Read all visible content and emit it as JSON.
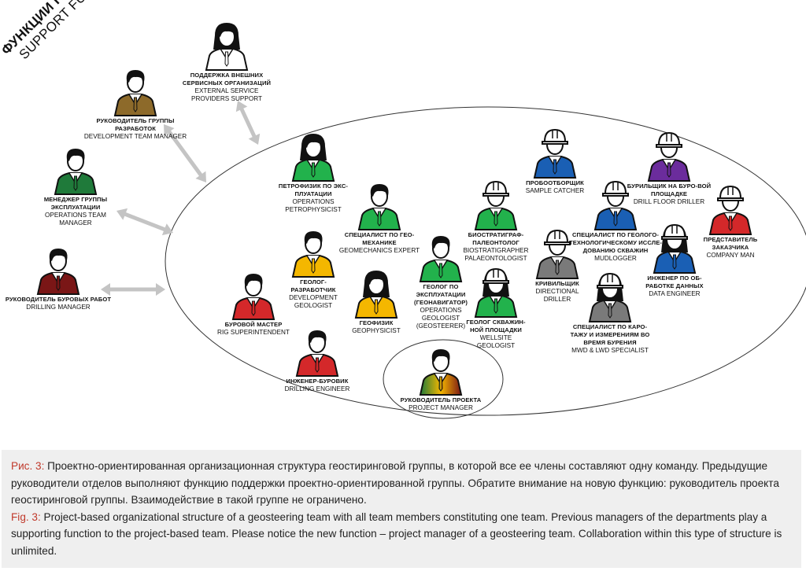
{
  "title": {
    "ru": "ФУНКЦИИ ПОДДЕРЖКИ",
    "en": "SUPPORT FUNCTIONS"
  },
  "support": [
    {
      "id": "external",
      "ru": "ПОДДЕРЖКА ВНЕШНИХ СЕРВИСНЫХ ОРГАНИЗАЦИЙ",
      "en": "EXTERNAL SERVICE PROVIDERS SUPPORT",
      "color": "#ffffff",
      "gender": "f",
      "helmet": false
    },
    {
      "id": "dev-manager",
      "ru": "РУКОВОДИТЕЛЬ ГРУППЫ РАЗРАБОТОК",
      "en": "DEVELOPMENT TEAM MANAGER",
      "color": "#8d6a2a",
      "gender": "m",
      "helmet": false
    },
    {
      "id": "ops-manager",
      "ru": "МЕНЕДЖЕР ГРУППЫ ЭКСПЛУАТАЦИИ",
      "en": "OPERATIONS TEAM MANAGER",
      "color": "#1f7a3a",
      "gender": "m",
      "helmet": false
    },
    {
      "id": "drilling-manager",
      "ru": "РУКОВОДИТЕЛЬ БУРОВЫХ РАБОТ",
      "en": "DRILLING MANAGER",
      "color": "#7a1616",
      "gender": "m",
      "helmet": false
    }
  ],
  "team": [
    {
      "id": "petrophysicist",
      "ru": "ПЕТРОФИЗИК ПО ЭКС-ПЛУАТАЦИИ",
      "en": "OPERATIONS PETROPHYSICIST",
      "color": "#22b24c",
      "gender": "f",
      "helmet": false
    },
    {
      "id": "geomechanics",
      "ru": "СПЕЦИАЛИСТ ПО ГЕО-МЕХАНИКЕ",
      "en": "GEOMECHANICS EXPERT",
      "color": "#22b24c",
      "gender": "m",
      "helmet": false
    },
    {
      "id": "dev-geologist",
      "ru": "ГЕОЛОГ-РАЗРАБОТЧИК",
      "en": "DEVELOPMENT GEOLOGIST",
      "color": "#f4b700",
      "gender": "m",
      "helmet": false
    },
    {
      "id": "rig-superintendent",
      "ru": "БУРОВОЙ МАСТЕР",
      "en": "RIG SUPERINTENDENT",
      "color": "#d4282a",
      "gender": "m",
      "helmet": false
    },
    {
      "id": "geophysicist",
      "ru": "ГЕОФИЗИК",
      "en": "GEOPHYSICIST",
      "color": "#f4b700",
      "gender": "f",
      "helmet": false
    },
    {
      "id": "ops-geologist",
      "ru": "ГЕОЛОГ ПО ЭКСПЛУАТАЦИИ (ГЕОНАВИГАТОР)",
      "en": "OPERATIONS GEOLOGIST (GEOSTEERER)",
      "color": "#22b24c",
      "gender": "m",
      "helmet": false
    },
    {
      "id": "drilling-engineer",
      "ru": "ИНЖЕНЕР-БУРОВИК",
      "en": "DRILLING ENGINEER",
      "color": "#d4282a",
      "gender": "m",
      "helmet": false
    },
    {
      "id": "project-manager",
      "ru": "РУКОВОДИТЕЛЬ ПРОЕКТА",
      "en": "PROJECT MANAGER",
      "color": "gradient",
      "gender": "m",
      "helmet": false
    },
    {
      "id": "biostratigrapher",
      "ru": "БИОСТРАТИГРАФ-ПАЛЕОНТОЛОГ",
      "en": "BIOSTRATIGRAPHER PALAEONTOLOGIST",
      "color": "#22b24c",
      "gender": "m",
      "helmet": true
    },
    {
      "id": "wellsite-geologist",
      "ru": "ГЕОЛОГ СКВАЖИН-НОЙ ПЛОЩАДКИ",
      "en": "WELLSITE GEOLOGIST",
      "color": "#22b24c",
      "gender": "f",
      "helmet": true
    },
    {
      "id": "sample-catcher",
      "ru": "ПРОБООТБОРЩИК",
      "en": "SAMPLE CATCHER",
      "color": "#1a5fb4",
      "gender": "m",
      "helmet": true
    },
    {
      "id": "mudlogger",
      "ru": "СПЕЦИАЛИСТ ПО ГЕОЛОГО-ТЕХНОЛОГИЧЕСКОМУ ИССЛЕ-ДОВАНИЮ СКВАЖИН",
      "en": "MUDLOGGER",
      "color": "#1a5fb4",
      "gender": "m",
      "helmet": true
    },
    {
      "id": "directional-driller",
      "ru": "КРИВИЛЬЩИК",
      "en": "DIRECTIONAL DRILLER",
      "color": "#7a7a7a",
      "gender": "m",
      "helmet": true
    },
    {
      "id": "mwd-lwd",
      "ru": "СПЕЦИАЛИСТ ПО КАРО-ТАЖУ И ИЗМЕРЕНИЯМ ВО ВРЕМЯ БУРЕНИЯ",
      "en": "MWD & LWD SPECIALIST",
      "color": "#7a7a7a",
      "gender": "f",
      "helmet": true
    },
    {
      "id": "drill-floor-driller",
      "ru": "БУРИЛЬЩИК НА БУРО-ВОЙ ПЛОЩАДКЕ",
      "en": "DRILL FLOOR DRILLER",
      "color": "#6b2c9c",
      "gender": "m",
      "helmet": true
    },
    {
      "id": "data-engineer",
      "ru": "ИНЖЕНЕР ПО ОБ-РАБОТКЕ ДАННЫХ",
      "en": "DATA ENGINEER",
      "color": "#1a5fb4",
      "gender": "f",
      "helmet": true
    },
    {
      "id": "company-man",
      "ru": "ПРЕДСТАВИТЕЛЬ ЗАКАЗЧИКА",
      "en": "COMPANY MAN",
      "color": "#d4282a",
      "gender": "m",
      "helmet": true
    }
  ],
  "colors": {
    "arrow": "#c4c4c4",
    "ellipse": "#333333",
    "caption_bg": "#efefef",
    "caption_label": "#c0392b",
    "pm_gradient": [
      "#1f7a3a",
      "#f4b700",
      "#7a1616"
    ]
  },
  "caption": {
    "ru_label": "Рис. 3:",
    "ru_text": " Проектно-ориентированная организационная структура геостиринговой группы, в которой все ее члены составляют одну команду. Предыдущие руководители отделов выполняют функцию поддержки проектно-ориентированной группы. Обратите внимание на новую функцию: руководитель проекта геостиринговой группы. Взаимодействие в такой группе не ограничено.",
    "en_label": "Fig. 3:",
    "en_text": " Project-based organizational structure of a geosteering team with all team members constituting one team. Previous managers of the departments play a supporting function to the project-based team. Please notice the new function – project manager of a geosteering team. Collaboration within this type of structure is unlimited."
  }
}
